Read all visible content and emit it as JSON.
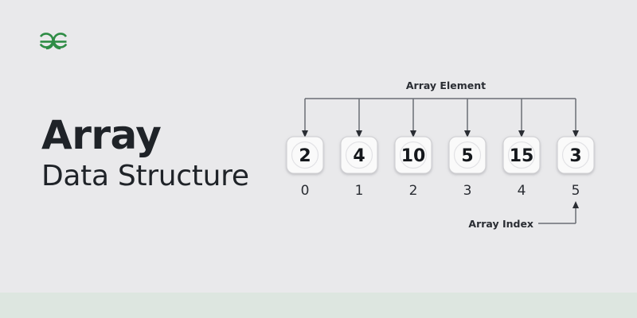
{
  "brand": {
    "logo_icon": "geeksforgeeks-logo-icon",
    "logo_color": "#2f8d46"
  },
  "heading": {
    "title": "Array",
    "subtitle": "Data Structure"
  },
  "colors": {
    "background": "#e9e9eb",
    "bottom_bar": "#dde6e0",
    "cell_fill": "#fafafa",
    "cell_border": "#cfcfd2",
    "line": "#6b6e74",
    "text": "#1f2328"
  },
  "diagram": {
    "element_label": "Array Element",
    "index_label": "Array Index",
    "cells": [
      {
        "value": "2",
        "index": "0"
      },
      {
        "value": "4",
        "index": "1"
      },
      {
        "value": "10",
        "index": "2"
      },
      {
        "value": "5",
        "index": "3"
      },
      {
        "value": "15",
        "index": "4"
      },
      {
        "value": "3",
        "index": "5"
      }
    ]
  },
  "chart_data": {
    "type": "table",
    "title": "Array Data Structure",
    "categories": [
      "0",
      "1",
      "2",
      "3",
      "4",
      "5"
    ],
    "values": [
      2,
      4,
      10,
      5,
      15,
      3
    ],
    "xlabel": "Array Index",
    "ylabel": "Array Element",
    "annotations": [
      "Array Element",
      "Array Index"
    ]
  }
}
